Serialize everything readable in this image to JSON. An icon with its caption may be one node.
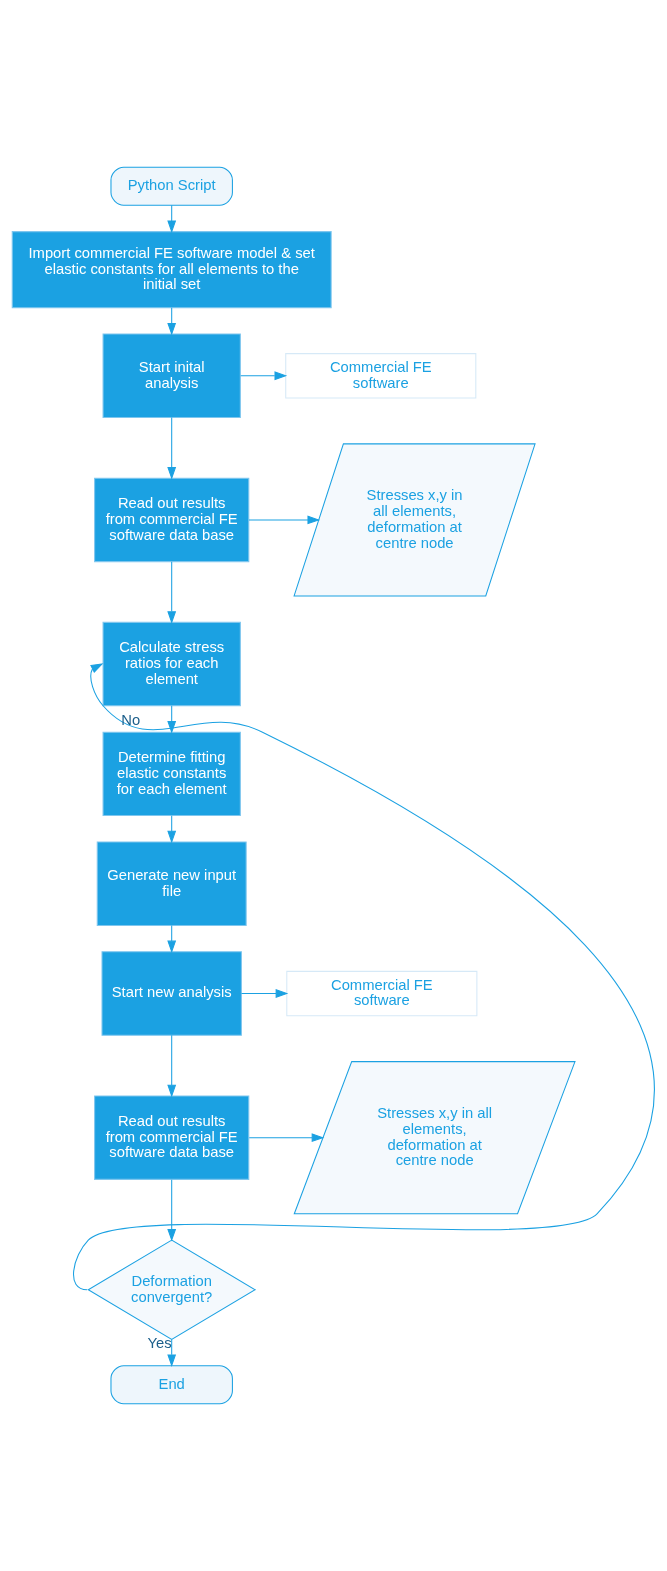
{
  "diagram": {
    "nodes": [
      {
        "text": [
          "Python Script"
        ]
      },
      {
        "text": [
          "Import commercial FE software model & set elastic constants for all elements to the initial set"
        ]
      },
      {
        "text": [
          "Start inital analysis"
        ]
      },
      {
        "text": [
          "Commercial FE software"
        ]
      },
      {
        "text": [
          "Read out results from commercial FE software data base"
        ]
      },
      {
        "text": [
          "Stresses x,y in all elements, deformation at centre node"
        ]
      },
      {
        "text": [
          "Calculate stress ratios for each element"
        ]
      },
      {
        "text": [
          "Determine fitting elastic constants for each element"
        ]
      },
      {
        "text": [
          "Generate new input file"
        ]
      },
      {
        "text": [
          "Start new analysis"
        ]
      },
      {
        "text": [
          "Commercial FE software"
        ]
      },
      {
        "text": [
          "Read out results from commercial FE software data base"
        ]
      },
      {
        "text": [
          "Stresses x,y in all elements, deformation at centre node"
        ]
      },
      {
        "text": [
          "Deformation convergent?"
        ]
      },
      {
        "text": [
          "End"
        ]
      }
    ],
    "edges": [
      {
        "from": 0,
        "to": 1,
        "arrow": "to"
      },
      {
        "from": 1,
        "to": 2,
        "arrow": "to"
      },
      {
        "from": 2,
        "to": 3,
        "arrow": "to"
      },
      {
        "from": 2,
        "to": 4,
        "arrow": "to"
      },
      {
        "from": 4,
        "to": 5,
        "arrow": "to"
      },
      {
        "from": 4,
        "to": 6,
        "arrow": "to"
      },
      {
        "from": 6,
        "to": 7,
        "arrow": "to"
      },
      {
        "from": 7,
        "to": 8,
        "arrow": "to"
      },
      {
        "from": 8,
        "to": 9,
        "arrow": "to"
      },
      {
        "from": 9,
        "to": 10,
        "arrow": "to"
      },
      {
        "from": 9,
        "to": 11,
        "arrow": "to"
      },
      {
        "from": 11,
        "to": 12,
        "arrow": "to"
      },
      {
        "from": 11,
        "to": 13,
        "arrow": "to"
      },
      {
        "from": 13,
        "to": 6,
        "arrow": "to",
        "label": "No"
      },
      {
        "from": 13,
        "to": 14,
        "arrow": "to",
        "label": "Yes"
      }
    ]
  }
}
